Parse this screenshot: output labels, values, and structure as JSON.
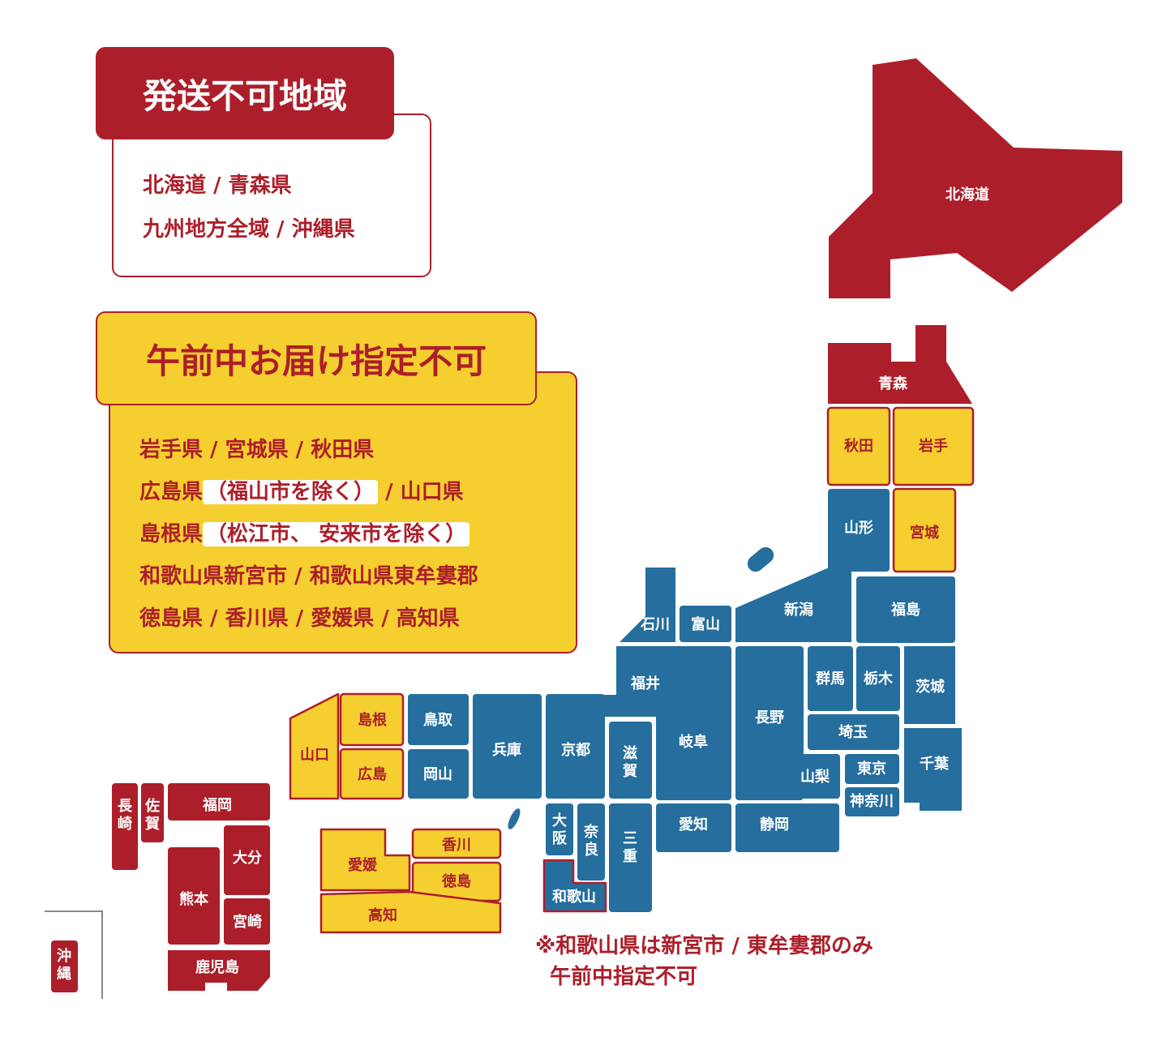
{
  "colors": {
    "no_shipping": "#ac1f2a",
    "no_morning": "#f4cf2f",
    "normal": "#256e9e",
    "border": "#ac1f2a",
    "text_dark": "#ac1f2a"
  },
  "legend_no_shipping": {
    "title": "発送不可地域",
    "lines": [
      "北海道 / 青森県",
      "九州地方全域 / 沖縄県"
    ]
  },
  "legend_no_morning": {
    "title": "午前中お届け指定不可",
    "line1": "岩手県 / 宮城県 / 秋田県",
    "line2_a": "広島県",
    "line2_b": "（福山市を除く）",
    "line2_c": " / 山口県",
    "line3_a": "島根県",
    "line3_b": "（松江市、 安来市を除く）",
    "line4": "和歌山県新宮市 / 和歌山県東牟婁郡",
    "line5": "徳島県 / 香川県 / 愛媛県 / 高知県"
  },
  "note": {
    "line1": "※和歌山県は新宮市 / 東牟婁郡のみ",
    "line2": "午前中指定不可"
  },
  "prefectures": [
    {
      "id": "hokkaido",
      "label": "北海道",
      "status": "no_shipping"
    },
    {
      "id": "aomori",
      "label": "青森",
      "status": "no_shipping"
    },
    {
      "id": "akita",
      "label": "秋田",
      "status": "no_morning"
    },
    {
      "id": "iwate",
      "label": "岩手",
      "status": "no_morning"
    },
    {
      "id": "yamagata",
      "label": "山形",
      "status": "normal"
    },
    {
      "id": "miyagi",
      "label": "宮城",
      "status": "no_morning"
    },
    {
      "id": "niigata",
      "label": "新潟",
      "status": "normal"
    },
    {
      "id": "fukushima",
      "label": "福島",
      "status": "normal"
    },
    {
      "id": "ishikawa",
      "label": "石川",
      "status": "normal"
    },
    {
      "id": "toyama",
      "label": "富山",
      "status": "normal"
    },
    {
      "id": "fukui",
      "label": "福井",
      "status": "normal"
    },
    {
      "id": "gunma",
      "label": "群馬",
      "status": "normal"
    },
    {
      "id": "tochigi",
      "label": "栃木",
      "status": "normal"
    },
    {
      "id": "ibaraki",
      "label": "茨城",
      "status": "normal"
    },
    {
      "id": "nagano",
      "label": "長野",
      "status": "normal"
    },
    {
      "id": "gifu",
      "label": "岐阜",
      "status": "normal"
    },
    {
      "id": "saitama",
      "label": "埼玉",
      "status": "normal"
    },
    {
      "id": "chiba",
      "label": "千葉",
      "status": "normal"
    },
    {
      "id": "tokyo",
      "label": "東京",
      "status": "normal"
    },
    {
      "id": "yamanashi",
      "label": "山梨",
      "status": "normal"
    },
    {
      "id": "kanagawa",
      "label": "神奈川",
      "status": "normal"
    },
    {
      "id": "shiga",
      "label": "滋賀",
      "status": "normal"
    },
    {
      "id": "kyoto",
      "label": "京都",
      "status": "normal"
    },
    {
      "id": "hyogo",
      "label": "兵庫",
      "status": "normal"
    },
    {
      "id": "tottori",
      "label": "鳥取",
      "status": "normal"
    },
    {
      "id": "okayama",
      "label": "岡山",
      "status": "normal"
    },
    {
      "id": "shimane",
      "label": "島根",
      "status": "no_morning"
    },
    {
      "id": "hiroshima",
      "label": "広島",
      "status": "no_morning"
    },
    {
      "id": "yamaguchi",
      "label": "山口",
      "status": "no_morning"
    },
    {
      "id": "osaka",
      "label": "大阪",
      "status": "normal"
    },
    {
      "id": "nara",
      "label": "奈良",
      "status": "normal"
    },
    {
      "id": "mie",
      "label": "三重",
      "status": "normal"
    },
    {
      "id": "wakayama",
      "label": "和歌山",
      "status": "normal"
    },
    {
      "id": "aichi",
      "label": "愛知",
      "status": "normal"
    },
    {
      "id": "shizuoka",
      "label": "静岡",
      "status": "normal"
    },
    {
      "id": "kagawa",
      "label": "香川",
      "status": "no_morning"
    },
    {
      "id": "ehime",
      "label": "愛媛",
      "status": "no_morning"
    },
    {
      "id": "tokushima",
      "label": "徳島",
      "status": "no_morning"
    },
    {
      "id": "kochi",
      "label": "高知",
      "status": "no_morning"
    },
    {
      "id": "nagasaki",
      "label": "長崎",
      "status": "no_shipping"
    },
    {
      "id": "saga",
      "label": "佐賀",
      "status": "no_shipping"
    },
    {
      "id": "fukuoka",
      "label": "福岡",
      "status": "no_shipping"
    },
    {
      "id": "oita",
      "label": "大分",
      "status": "no_shipping"
    },
    {
      "id": "kumamoto",
      "label": "熊本",
      "status": "no_shipping"
    },
    {
      "id": "miyazaki",
      "label": "宮崎",
      "status": "no_shipping"
    },
    {
      "id": "kagoshima",
      "label": "鹿児島",
      "status": "no_shipping"
    },
    {
      "id": "okinawa",
      "label": "沖縄",
      "status": "no_shipping"
    }
  ]
}
